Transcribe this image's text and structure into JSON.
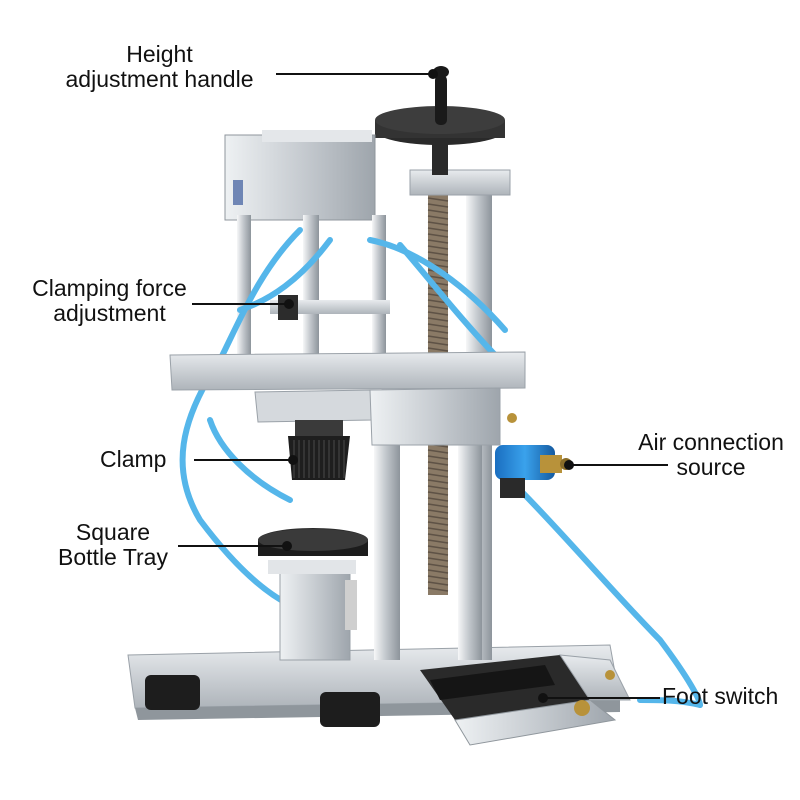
{
  "image": {
    "background": "#ffffff",
    "subject": "Pneumatic bottle capping machine with annotated parts",
    "colors": {
      "aluminum": "#c9ced3",
      "aluminum_dark": "#9aa1a8",
      "black_part": "#1f1f1f",
      "air_tube": "#4fb3e8",
      "brass": "#b8923a",
      "leader_line": "#111111"
    }
  },
  "labels": {
    "height_handle": {
      "line1": "Height",
      "line2": "adjustment handle"
    },
    "clamping_force": {
      "line1": "Clamping force",
      "line2": "adjustment"
    },
    "clamp": {
      "line1": "Clamp"
    },
    "square_tray": {
      "line1": "Square",
      "line2": "Bottle Tray"
    },
    "air_source": {
      "line1": "Air connection",
      "line2": "source"
    },
    "foot_switch": {
      "line1": "Foot switch"
    }
  }
}
